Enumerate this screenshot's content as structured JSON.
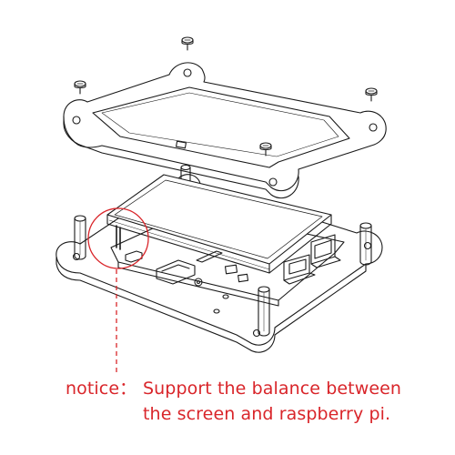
{
  "notice": {
    "label": "notice：",
    "line1": "Support the balance between",
    "line2": "the screen and raspberry pi."
  },
  "colors": {
    "line": "#1a1a1a",
    "accent": "#d9252a",
    "background": "#ffffff"
  }
}
